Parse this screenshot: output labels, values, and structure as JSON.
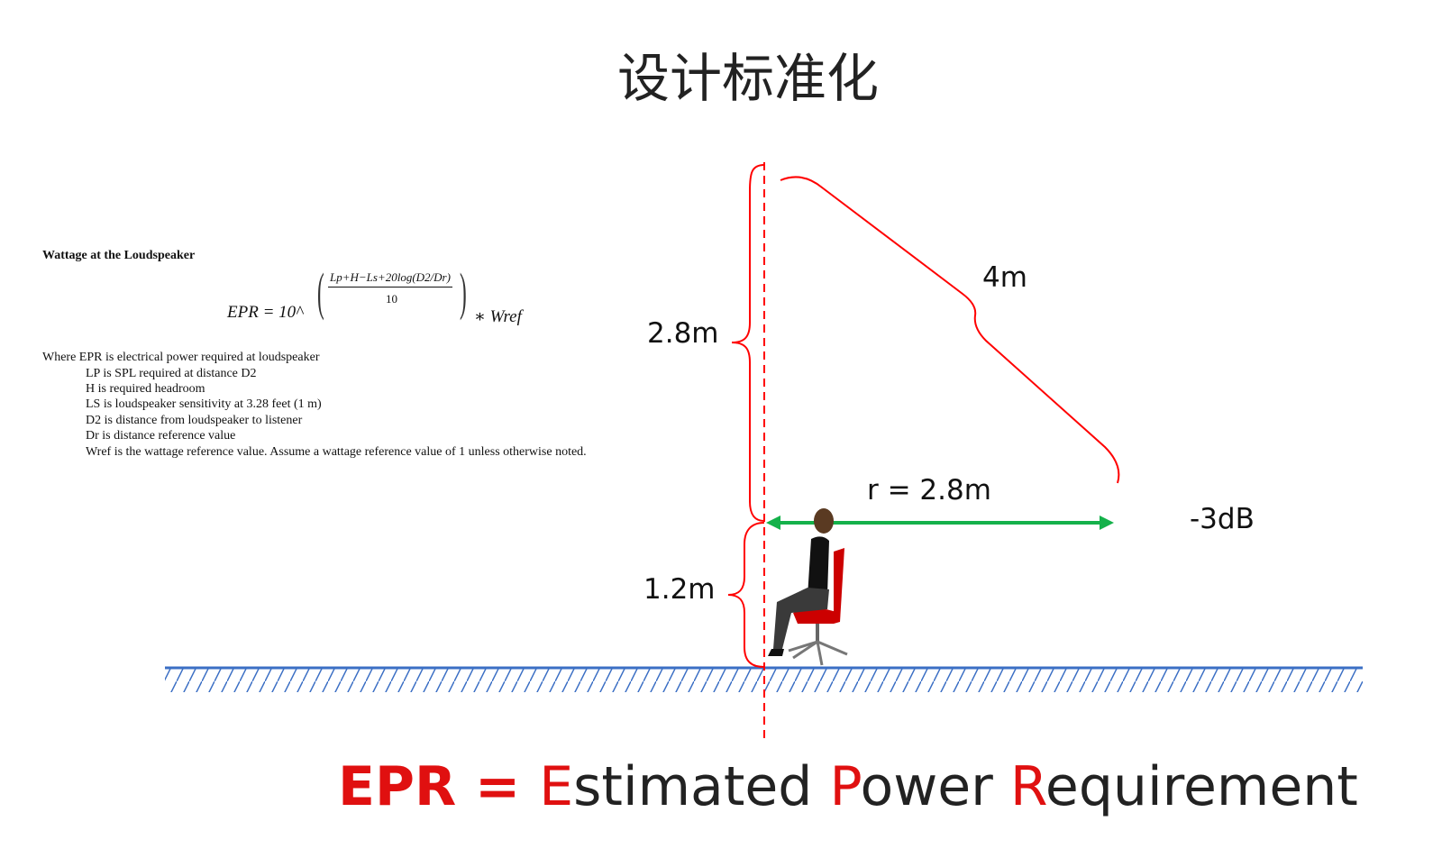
{
  "title": "设计标准化",
  "formula_block": {
    "heading": "Wattage at the Loudspeaker",
    "lhs": "EPR = 10^",
    "numerator": "Lp+H−Ls+20log(D2/Dr)",
    "denominator": "10",
    "rhs": "∗ Wref",
    "definitions": [
      "Where EPR is electrical power required at loudspeaker",
      "LP is SPL required at distance D2",
      "H  is required headroom",
      "LS  is loudspeaker sensitivity at 3.28 feet (1 m)",
      "D2 is distance from loudspeaker to listener",
      "Dr is distance reference value",
      "Wref is the wattage reference value. Assume a wattage reference value of 1 unless otherwise noted."
    ]
  },
  "diagram": {
    "height_upper": "2.8m",
    "height_lower": "1.2m",
    "diagonal": "4m",
    "radius": "r = 2.8m",
    "attenuation": "-3dB",
    "colors": {
      "brace": "#ff0000",
      "arrow": "#14b14a",
      "ground": "#3b6fc4"
    }
  },
  "footer": {
    "e1": "EPR",
    "eq": " = ",
    "w1a": "E",
    "w1b": "stimated ",
    "w2a": "P",
    "w2b": "ower ",
    "w3a": "R",
    "w3b": "equirement"
  }
}
